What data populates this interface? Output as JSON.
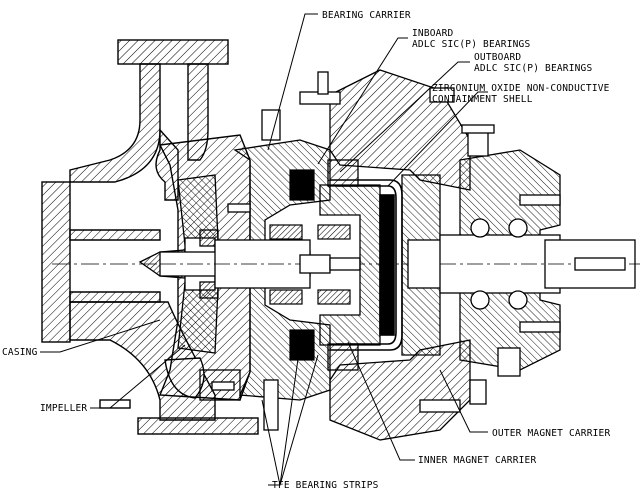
{
  "labels": {
    "bearing_carrier": "BEARING CARRIER",
    "inboard_1": "INBOARD",
    "inboard_2": "ADLC SIC(P) BEARINGS",
    "outboard_1": "OUTBOARD",
    "outboard_2": "ADLC SIC(P) BEARINGS",
    "shell_1": "ZIRCONIUM OXIDE NON-CONDUCTIVE",
    "shell_2": "CONTAINMENT SHELL",
    "casing": "CASING",
    "impeller": "IMPELLER",
    "outer_magnet_carrier": "OUTER MAGNET CARRIER",
    "inner_magnet_carrier": "INNER MAGNET CARRIER",
    "tfe_bearing_strips": "TFE BEARING STRIPS"
  },
  "colors": {
    "line": "#000000",
    "background": "#ffffff"
  }
}
